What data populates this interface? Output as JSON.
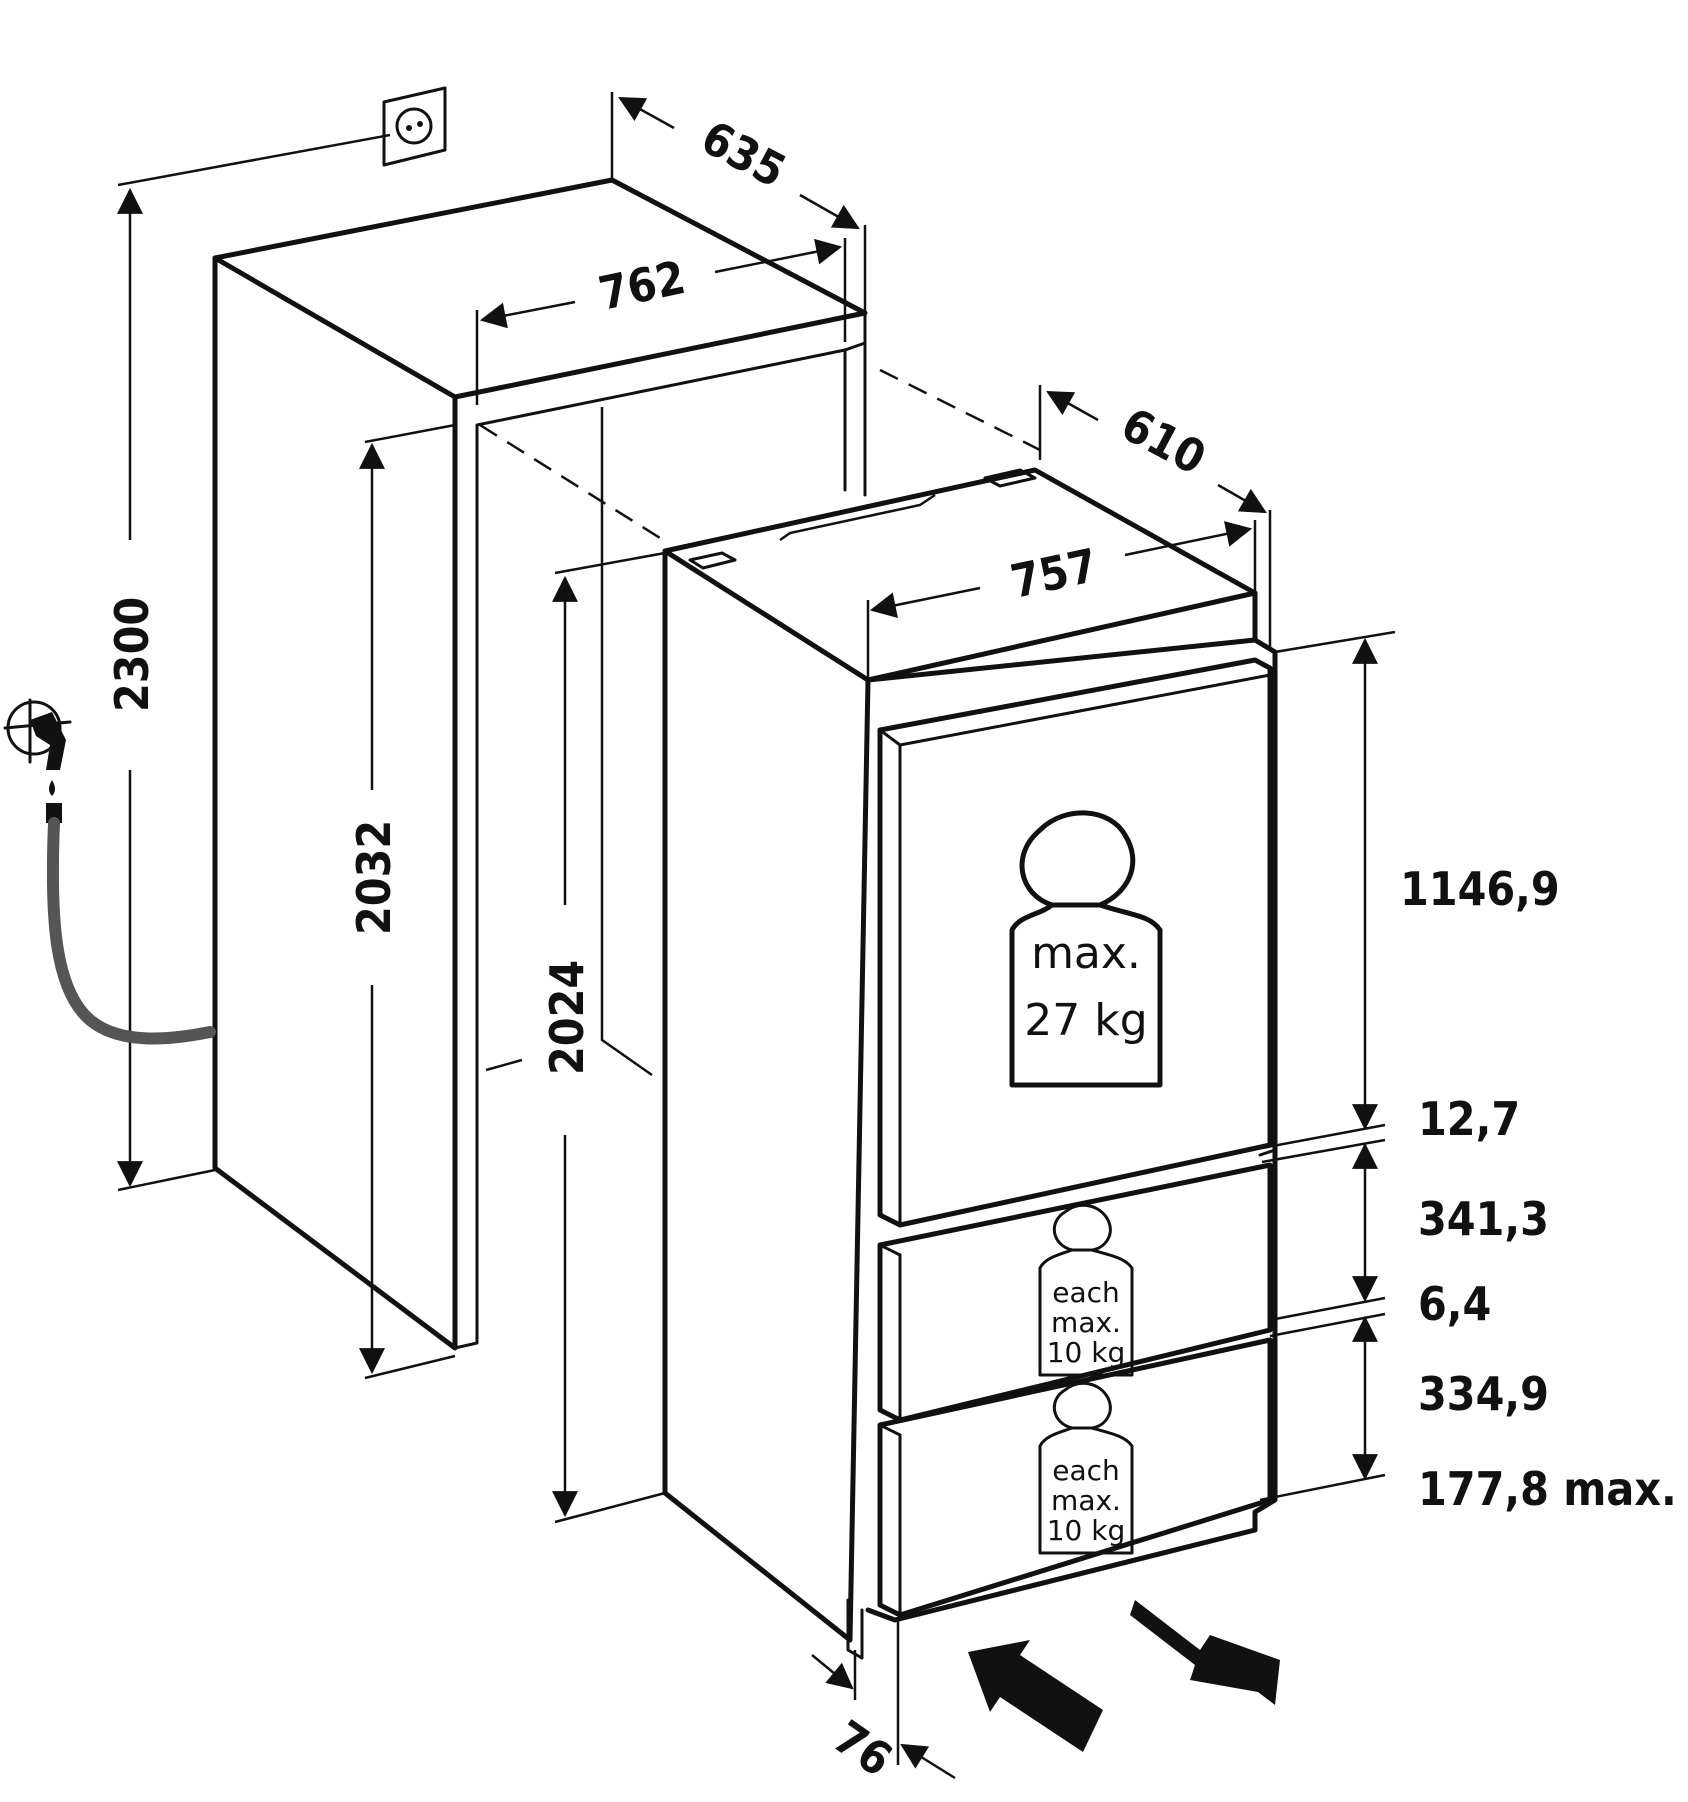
{
  "dimensions": {
    "niche_depth": "635",
    "niche_width": "762",
    "niche_height_total": "2300",
    "niche_height": "2032",
    "appliance_depth": "610",
    "appliance_width": "757",
    "appliance_height": "2024",
    "top_door_height": "1146,9",
    "gap_1": "12,7",
    "drawer_1_height": "341,3",
    "gap_2": "6,4",
    "drawer_2_height": "334,9",
    "plinth": "177,8 max.",
    "front_offset": "76"
  },
  "weights": {
    "door_line1": "max.",
    "door_line2": "27 kg",
    "drawer1_line1": "each",
    "drawer1_line2": "max.",
    "drawer1_line3": "10 kg",
    "drawer2_line1": "each",
    "drawer2_line2": "max.",
    "drawer2_line3": "10 kg"
  },
  "icons": [
    "power-socket-icon",
    "water-tap-icon",
    "water-hose-icon",
    "weight-icon",
    "arrow-in-icon",
    "arrow-out-icon"
  ],
  "colors": {
    "line": "#111111",
    "hose": "#555555",
    "background": "#ffffff"
  }
}
